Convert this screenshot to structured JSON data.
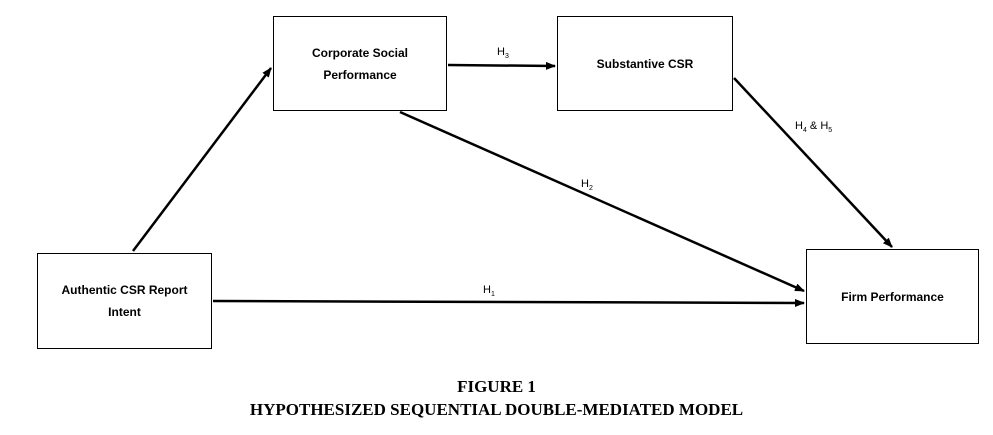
{
  "diagram": {
    "nodes": {
      "authentic": "Authentic CSR Report Intent",
      "csp": "Corporate Social Performance",
      "substantive": "Substantive CSR",
      "firm": "Firm Performance"
    },
    "edges": [
      {
        "from": "Authentic CSR Report Intent",
        "to": "Corporate Social Performance",
        "label": ""
      },
      {
        "from": "Corporate Social Performance",
        "to": "Substantive CSR",
        "label": "H3"
      },
      {
        "from": "Substantive CSR",
        "to": "Firm Performance",
        "label": "H4 & H5"
      },
      {
        "from": "Corporate Social Performance",
        "to": "Firm Performance",
        "label": "H2"
      },
      {
        "from": "Authentic CSR Report Intent",
        "to": "Firm Performance",
        "label": "H1"
      }
    ],
    "labels": {
      "h1": {
        "base": "H",
        "sub": "1"
      },
      "h2": {
        "base": "H",
        "sub": "2"
      },
      "h3": {
        "base": "H",
        "sub": "3"
      },
      "h45": {
        "base1": "H",
        "sub1": "4",
        "amp": " & ",
        "base2": "H",
        "sub2": "5"
      }
    }
  },
  "caption": {
    "figure": "FIGURE 1",
    "title": "HYPOTHESIZED SEQUENTIAL DOUBLE-MEDIATED MODEL"
  }
}
